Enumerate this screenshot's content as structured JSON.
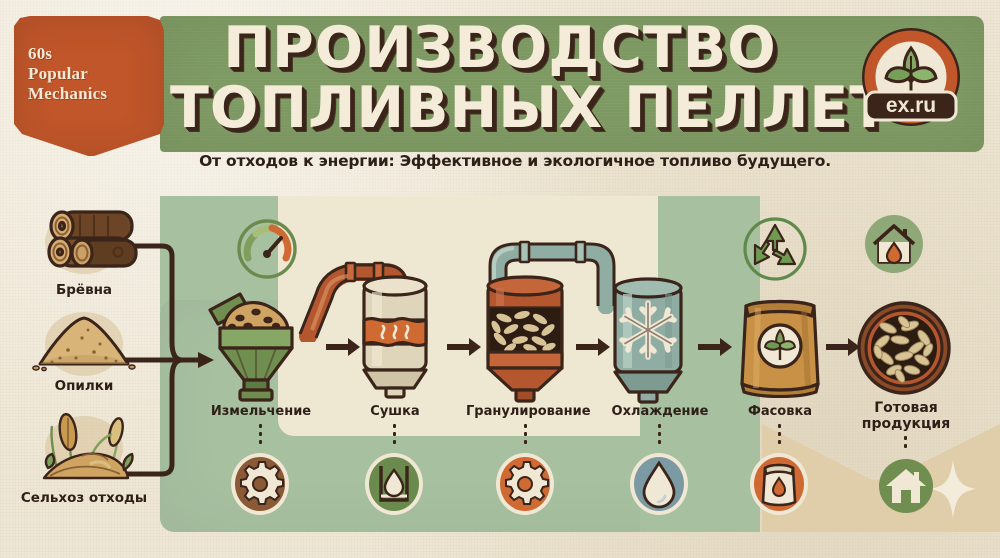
{
  "brand": {
    "line1": "60s",
    "line2": "Popular",
    "line3": "Mechanics",
    "badge_color": "#c0562a"
  },
  "header": {
    "title_line1": "ПРОИЗВОДСТВО",
    "title_line2": "ТОПЛИВНЫХ ПЕЛЛЕТ",
    "subtitle": "От отходов к энергии: Эффективное и экологичное топливо будущего.",
    "green_color": "#7e9a63",
    "title_color": "#f4ecd8",
    "title_shadow_color": "#3b241a"
  },
  "logo": {
    "name": "ex-ru-logo",
    "text": "ex.ru",
    "ring_color": "#c0562a",
    "leaf_color": "#7ea05e",
    "banner_color": "#3b241a"
  },
  "inputs": [
    {
      "label": "Брёвна",
      "icon": "logs-icon"
    },
    {
      "label": "Опилки",
      "icon": "sawdust-icon"
    },
    {
      "label": "Сельхоз отходы",
      "icon": "agri-waste-icon"
    }
  ],
  "stages": [
    {
      "label": "Измельчение",
      "machine": "hopper-grinder",
      "machine_color": "#6f8e4f",
      "top_icon": "gauge-icon",
      "top_icon_color": "#6b8b4e",
      "bottom_icon": "gear-icon",
      "bottom_icon_color": "#8a5a36"
    },
    {
      "label": "Сушка",
      "machine": "dryer-vessel",
      "machine_color": "#d8cfb4",
      "top_icon": "",
      "top_icon_color": "",
      "bottom_icon": "moisture-icon",
      "bottom_icon_color": "#6b8b4e"
    },
    {
      "label": "Гранулирование",
      "machine": "pelletizer-vessel",
      "machine_color": "#b4572f",
      "top_icon": "",
      "top_icon_color": "",
      "bottom_icon": "gear-icon",
      "bottom_icon_color": "#cf6a33"
    },
    {
      "label": "Охлаждение",
      "machine": "cooler-vessel",
      "machine_color": "#8fada2",
      "top_icon": "",
      "top_icon_color": "",
      "bottom_icon": "droplet-icon",
      "bottom_icon_color": "#7c9aa3"
    },
    {
      "label": "Фасовка",
      "machine": "packaging-bag",
      "machine_color": "#c89146",
      "top_icon": "recycle-icon",
      "top_icon_color": "#5f8a4b",
      "bottom_icon": "fuel-bag-icon",
      "bottom_icon_color": "#cf6a33"
    }
  ],
  "final_product": {
    "label_line1": "Готовая",
    "label_line2": "продукция",
    "icon": "pellet-bowl-icon",
    "top_icon": "house-fire-icon",
    "top_icon_color": "#8fa877",
    "bottom_icon": "house-icon",
    "bottom_icon_color": "#6f8e4f"
  },
  "palette": {
    "paper": "#efe7d5",
    "panel_green": "#a7c0a0",
    "panel_cream": "#eee7d1",
    "panel_tan": "#e0cda9",
    "ink": "#3b241a",
    "copper": "#b4572f",
    "teal": "#8fada2"
  }
}
